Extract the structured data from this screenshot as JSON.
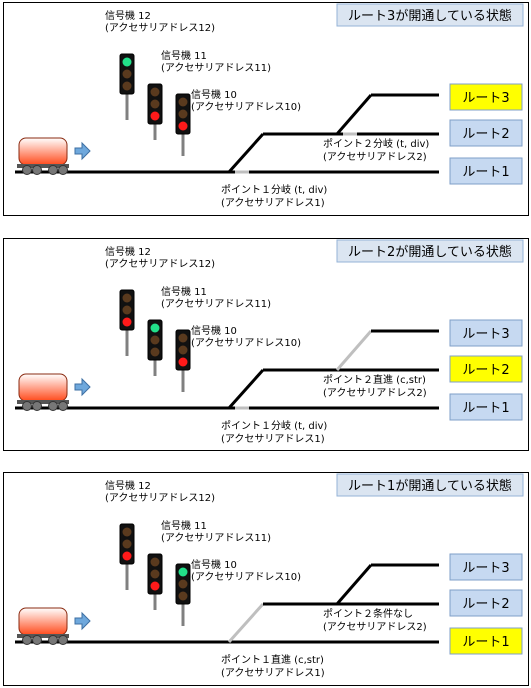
{
  "colors": {
    "route_active": "#ffff00",
    "route_inactive": "#c6d9f1",
    "route_border": "#7f9fc8",
    "title_box": "#dbe5f1",
    "signal_green": "#22e08a",
    "signal_red": "#ff1a1a",
    "signal_dark": "#5a3a1e",
    "track": "#000000",
    "track_idle": "#bfbfbf",
    "arrow": "#6fa8dc"
  },
  "icons": {
    "train": "tank-car-icon",
    "direction": "arrow-right-icon",
    "signal": "traffic-signal-icon"
  },
  "panels": [
    {
      "title": "ルート3が開通している状態",
      "active_route": 3,
      "point1_state": "divert",
      "point2_state": "divert",
      "routes": [
        "ルート3",
        "ルート2",
        "ルート1"
      ],
      "signals": [
        {
          "name": "信号機 12",
          "address": "(アクセサリアドレス12)",
          "lit": "green"
        },
        {
          "name": "信号機 11",
          "address": "(アクセサリアドレス11)",
          "lit": "red"
        },
        {
          "name": "信号機 10",
          "address": "(アクセサリアドレス10)",
          "lit": "red"
        }
      ],
      "point1": {
        "name": "ポイント１分岐 (t, div)",
        "address": "(アクセサリアドレス1)"
      },
      "point2": {
        "name": "ポイント２分岐 (t, div)",
        "address": "(アクセサリアドレス2)"
      }
    },
    {
      "title": "ルート2が開通している状態",
      "active_route": 2,
      "point1_state": "divert",
      "point2_state": "straight",
      "routes": [
        "ルート3",
        "ルート2",
        "ルート1"
      ],
      "signals": [
        {
          "name": "信号機 12",
          "address": "(アクセサリアドレス12)",
          "lit": "red"
        },
        {
          "name": "信号機 11",
          "address": "(アクセサリアドレス11)",
          "lit": "green"
        },
        {
          "name": "信号機 10",
          "address": "(アクセサリアドレス10)",
          "lit": "red"
        }
      ],
      "point1": {
        "name": "ポイント１分岐 (t, div)",
        "address": "(アクセサリアドレス1)"
      },
      "point2": {
        "name": "ポイント２直進 (c,str)",
        "address": "(アクセサリアドレス2)"
      }
    },
    {
      "title": "ルート1が開通している状態",
      "active_route": 1,
      "point1_state": "straight",
      "point2_state": "none",
      "routes": [
        "ルート3",
        "ルート2",
        "ルート1"
      ],
      "signals": [
        {
          "name": "信号機 12",
          "address": "(アクセサリアドレス12)",
          "lit": "red"
        },
        {
          "name": "信号機 11",
          "address": "(アクセサリアドレス11)",
          "lit": "red"
        },
        {
          "name": "信号機 10",
          "address": "(アクセサリアドレス10)",
          "lit": "green"
        }
      ],
      "point1": {
        "name": "ポイント１直進 (c,str)",
        "address": "(アクセサリアドレス1)"
      },
      "point2": {
        "name": "ポイント２条件なし",
        "address": "(アクセサリアドレス2)"
      }
    }
  ]
}
